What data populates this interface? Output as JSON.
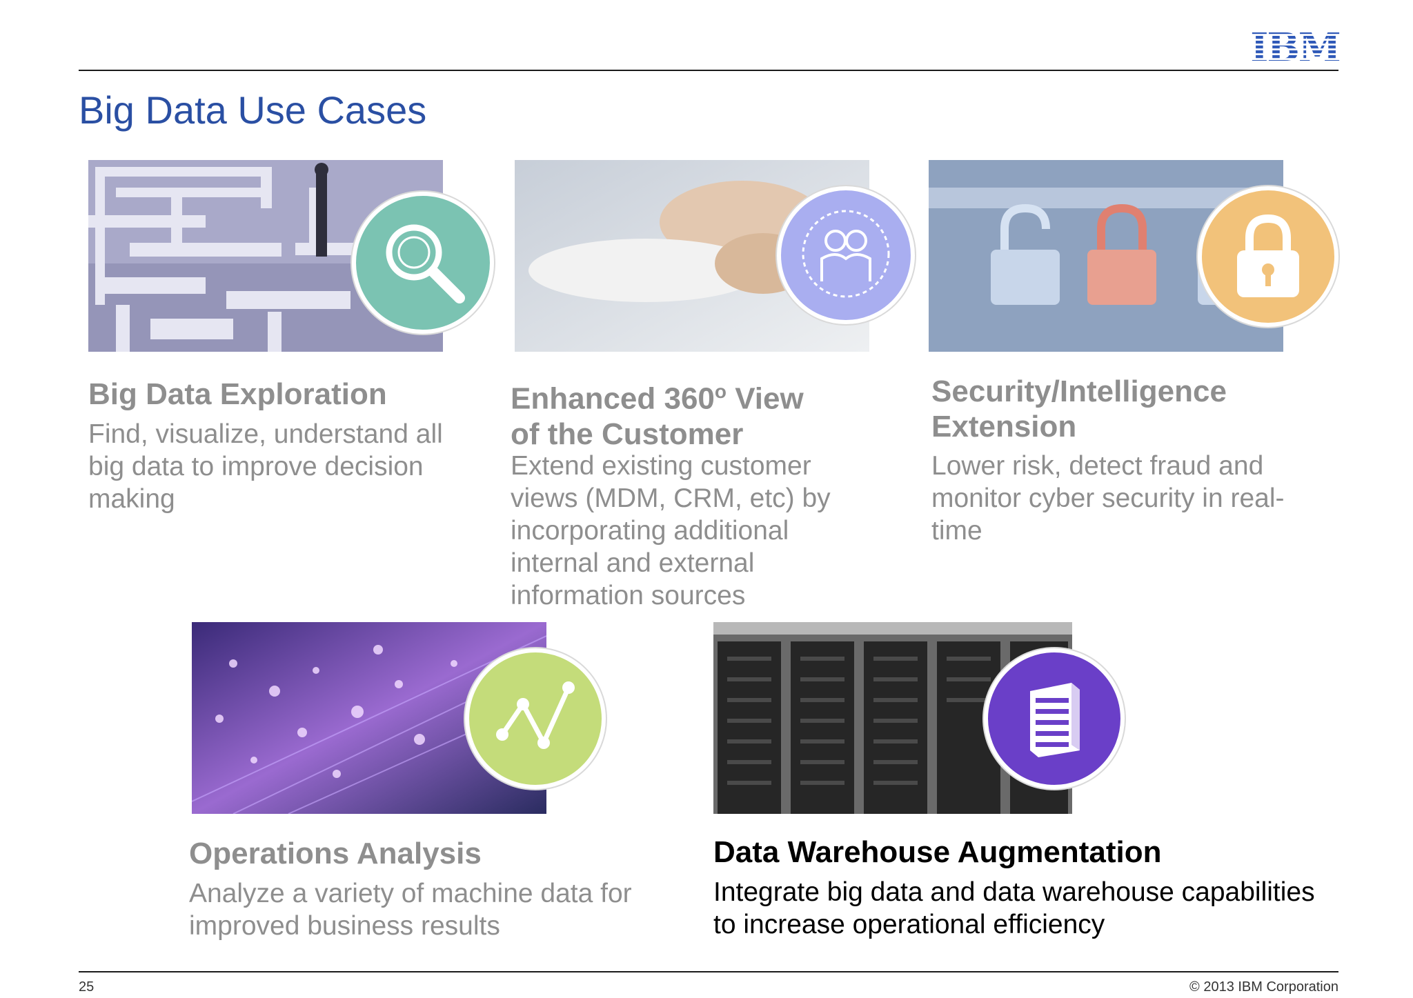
{
  "header": {
    "logo_text": "IBM"
  },
  "slide": {
    "title": "Big Data Use Cases"
  },
  "use_cases": [
    {
      "title": "Big Data Exploration",
      "description": "Find, visualize, understand all big data to improve decision making",
      "icon": "magnifier-icon",
      "badge_color": "#7bc3b2"
    },
    {
      "title_line1": "Enhanced 360",
      "title_sup": "o",
      "title_line1_end": " View",
      "title_line2": "of the Customer",
      "description": "Extend existing customer views (MDM, CRM, etc) by incorporating additional internal and external information sources",
      "icon": "customer-360-icon",
      "badge_color": "#a9aef0"
    },
    {
      "title_line1": "Security/Intelligence",
      "title_line2": "Extension",
      "description": "Lower risk, detect fraud and monitor cyber security in real-time",
      "icon": "padlock-icon",
      "badge_color": "#f2c27a"
    },
    {
      "title": "Operations Analysis",
      "description": "Analyze a variety of machine data for improved business results",
      "icon": "line-graph-icon",
      "badge_color": "#c4dc7a"
    },
    {
      "title": "Data Warehouse Augmentation",
      "description": "Integrate big data and data warehouse capabilities to increase operational efficiency",
      "icon": "data-warehouse-icon",
      "badge_color": "#6a3fc8"
    }
  ],
  "footer": {
    "page_number": "25",
    "copyright": "© 2013 IBM Corporation"
  }
}
